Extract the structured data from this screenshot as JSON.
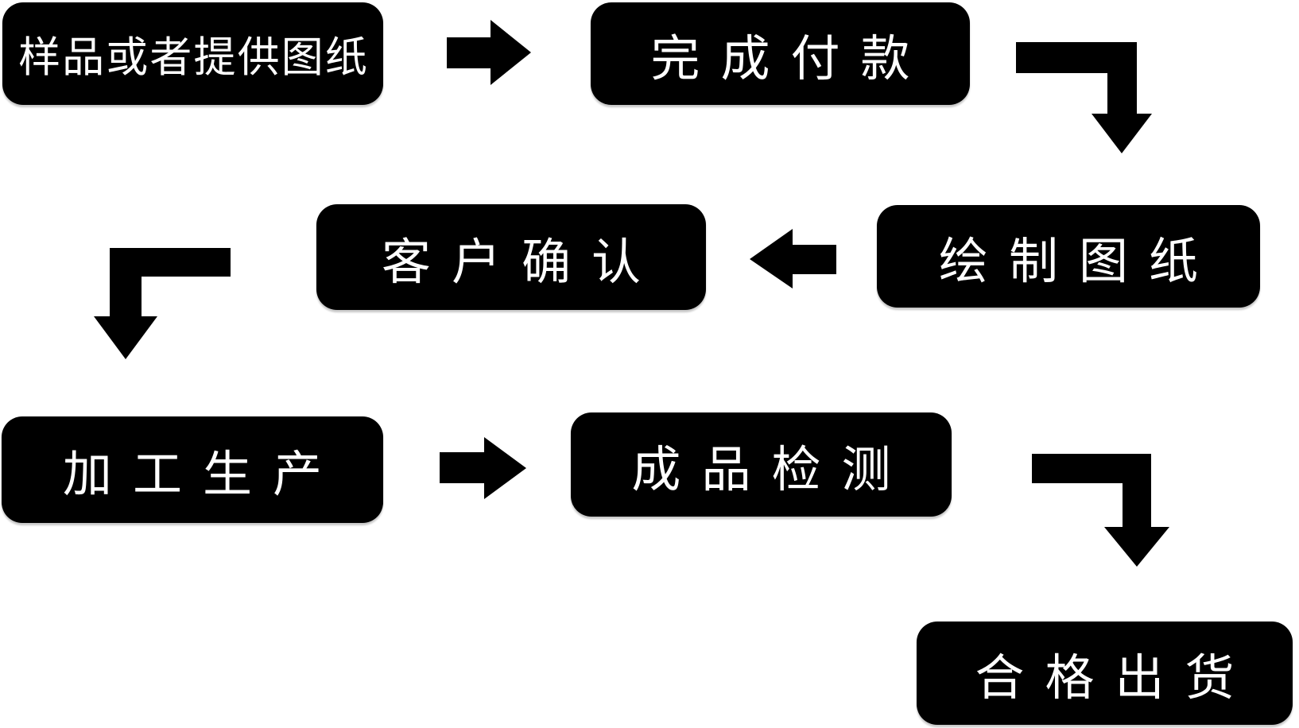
{
  "flowchart": {
    "background_color": "#ffffff",
    "node_fill_color": "#000000",
    "node_text_color": "#ffffff",
    "arrow_color": "#000000",
    "nodes": [
      {
        "id": "sample",
        "label": "样品或者提供图纸"
      },
      {
        "id": "payment",
        "label": "完成付款"
      },
      {
        "id": "confirm",
        "label": "客户确认"
      },
      {
        "id": "drawing",
        "label": "绘制图纸"
      },
      {
        "id": "production",
        "label": "加工生产"
      },
      {
        "id": "inspection",
        "label": "成品检测"
      },
      {
        "id": "shipment",
        "label": "合格出货"
      }
    ],
    "connections": [
      {
        "from": "样品或者提供图纸",
        "to": "完成付款",
        "arrow": "right"
      },
      {
        "from": "完成付款",
        "to": "绘制图纸",
        "arrow": "elbow-right-down"
      },
      {
        "from": "绘制图纸",
        "to": "客户确认",
        "arrow": "left"
      },
      {
        "from": "客户确认",
        "to": "加工生产",
        "arrow": "elbow-left-down"
      },
      {
        "from": "加工生产",
        "to": "成品检测",
        "arrow": "right"
      },
      {
        "from": "成品检测",
        "to": "合格出货",
        "arrow": "elbow-right-down"
      }
    ]
  }
}
